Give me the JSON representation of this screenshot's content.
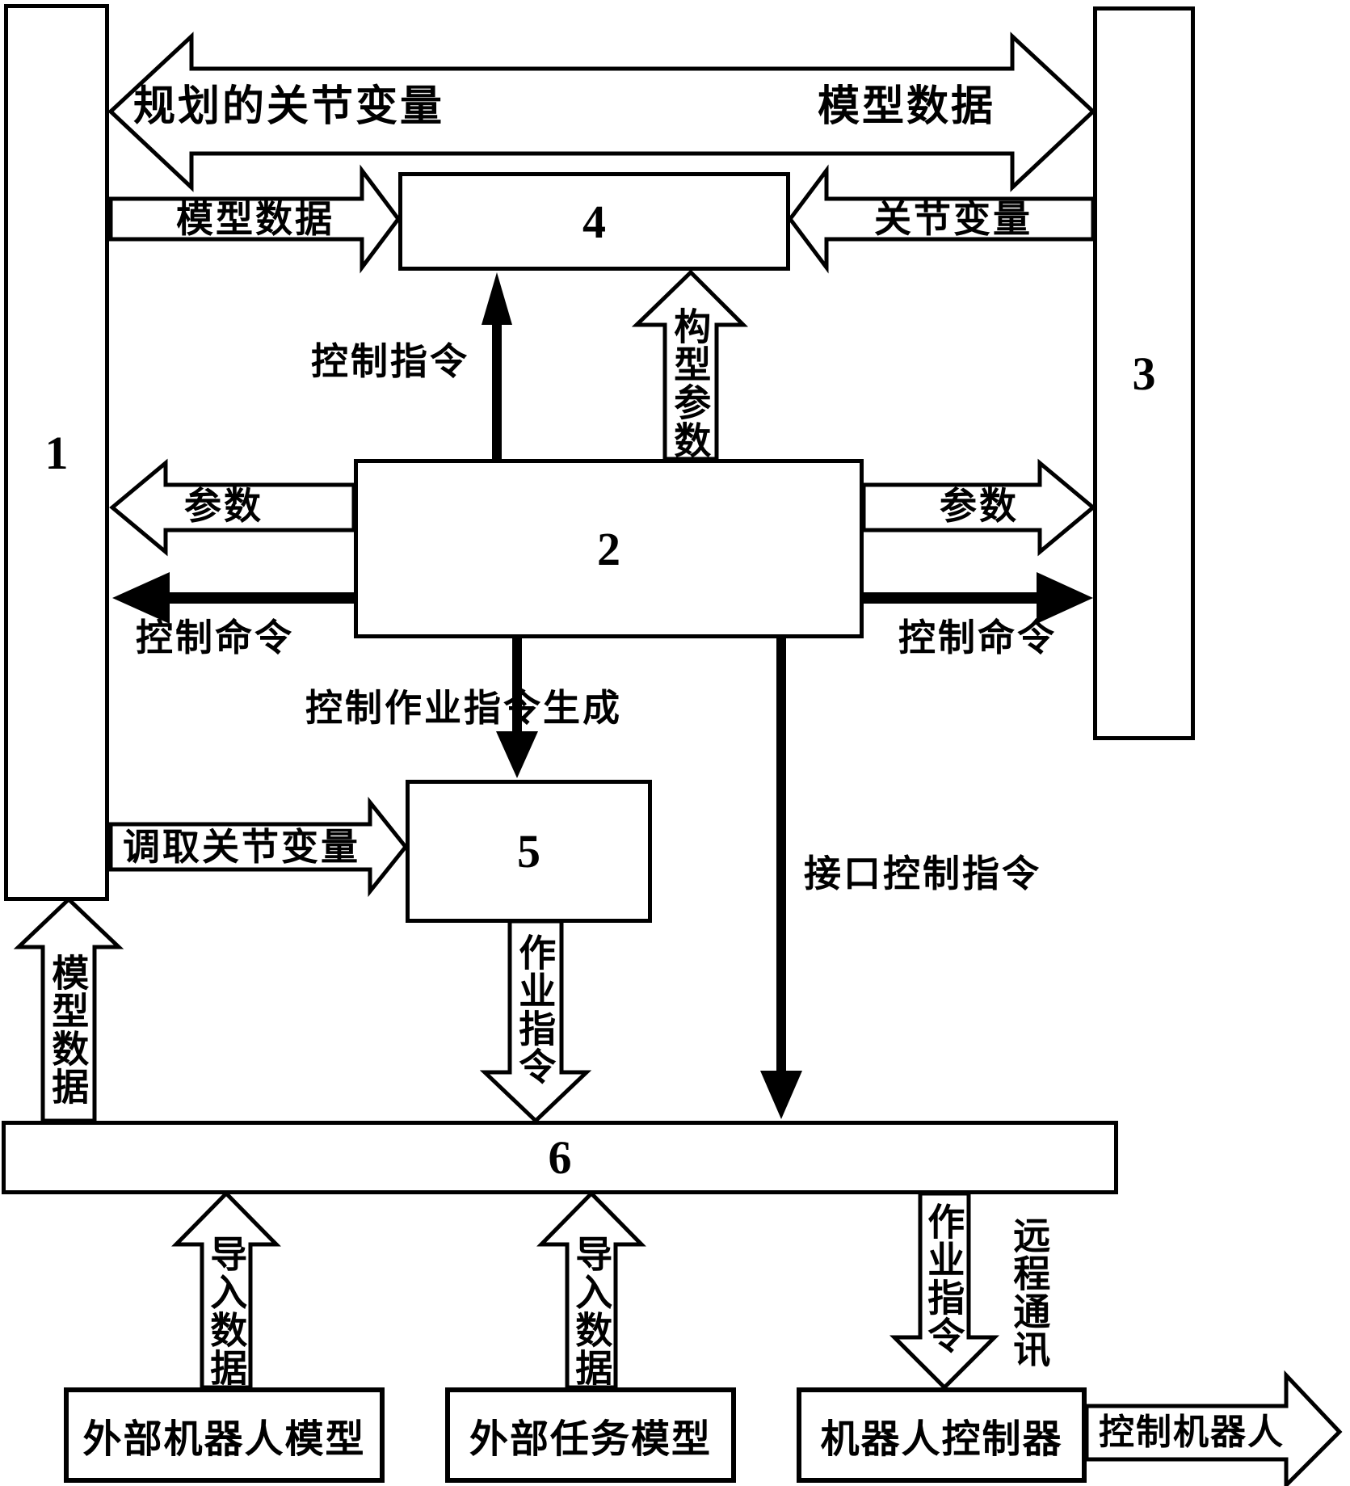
{
  "figure": {
    "background": "#ffffff",
    "ink": "#000000",
    "boxes": {
      "b1": "1",
      "b2": "2",
      "b3": "3",
      "b4": "4",
      "b5": "5",
      "b6": "6",
      "external_robot_model": "外部机器人模型",
      "external_task_model": "外部任务模型",
      "robot_controller": "机器人控制器"
    },
    "labels": {
      "planned_joint_variables": "规划的关节变量",
      "model_data_top": "模型数据",
      "model_data_to_b4": "模型数据",
      "joint_variables": "关节变量",
      "control_directive": "控制指令",
      "configuration_parameters": "构型参数",
      "parameters_left": "参数",
      "parameters_right": "参数",
      "control_command_left": "控制命令",
      "control_command_right": "控制命令",
      "control_job_directive_generation": "控制作业指令生成",
      "fetch_joint_variables": "调取关节变量",
      "interface_control_directive": "接口控制指令",
      "job_directive_to_b6": "作业指令",
      "model_data_up": "模型数据",
      "import_data_left": "导入数据",
      "import_data_mid": "导入数据",
      "job_directive_to_controller": "作业指令",
      "remote_communication": "远程通讯",
      "control_robot": "控制机器人"
    }
  }
}
